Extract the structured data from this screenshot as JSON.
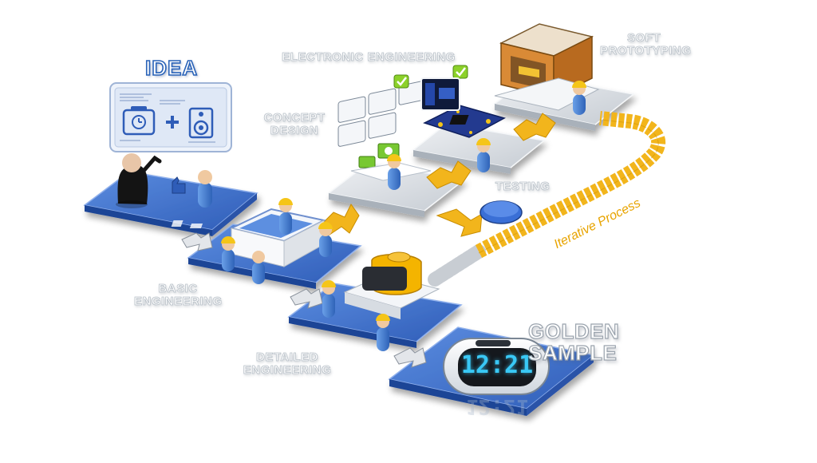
{
  "stages": {
    "idea": "IDEA",
    "electronic_engineering": "ELECTRONIC ENGINEERING",
    "soft_prototyping": "SOFT PROTOTYPING",
    "concept_design": "CONCEPT DESIGN",
    "testing": "TESTING",
    "basic_engineering": "BASIC ENGINEERING",
    "detailed_engineering": "DETAILED ENGINEERING",
    "golden_sample": "GOLDEN SAMPLE"
  },
  "iterative_label": "Iterative Process",
  "clock_time": "12:21",
  "clock_reflection": "12:21",
  "colors": {
    "platform_blue": "#3f6fd0",
    "platform_grey": "#d9dde2",
    "arrow_yellow": "#f2b51c",
    "person_blue": "#4f86d6",
    "helmet_yellow": "#f5c518",
    "clock_digits": "#39c8f5"
  },
  "icons": [
    "clock-icon",
    "speaker-icon",
    "plus-icon",
    "thumbs-up-icon",
    "checkmark-icon",
    "3d-printer-icon",
    "circuit-board-icon",
    "laptop-icon"
  ]
}
